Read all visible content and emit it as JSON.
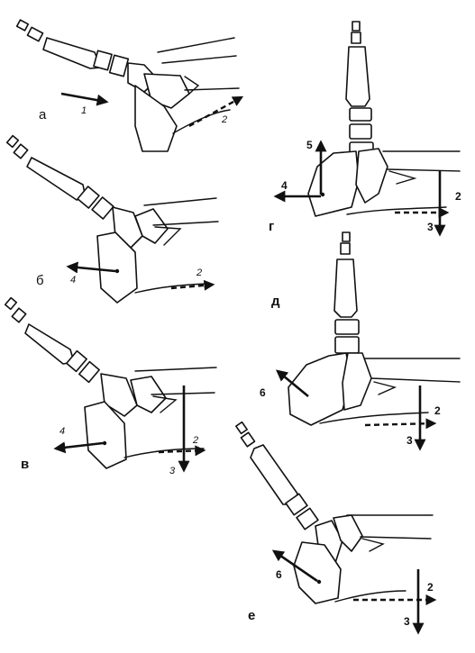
{
  "panels": [
    {
      "id": "a",
      "letter": "а",
      "arrows": [
        "1",
        "2"
      ]
    },
    {
      "id": "b",
      "letter": "б",
      "arrows": [
        "4",
        "2"
      ]
    },
    {
      "id": "v",
      "letter": "в",
      "arrows": [
        "4",
        "2",
        "3"
      ]
    },
    {
      "id": "g",
      "letter": "г",
      "arrows": [
        "5",
        "4",
        "2",
        "3"
      ]
    },
    {
      "id": "d",
      "letter": "д",
      "arrows": [
        "6",
        "2",
        "3"
      ]
    },
    {
      "id": "e",
      "letter": "е",
      "arrows": [
        "6",
        "2",
        "3"
      ]
    }
  ]
}
